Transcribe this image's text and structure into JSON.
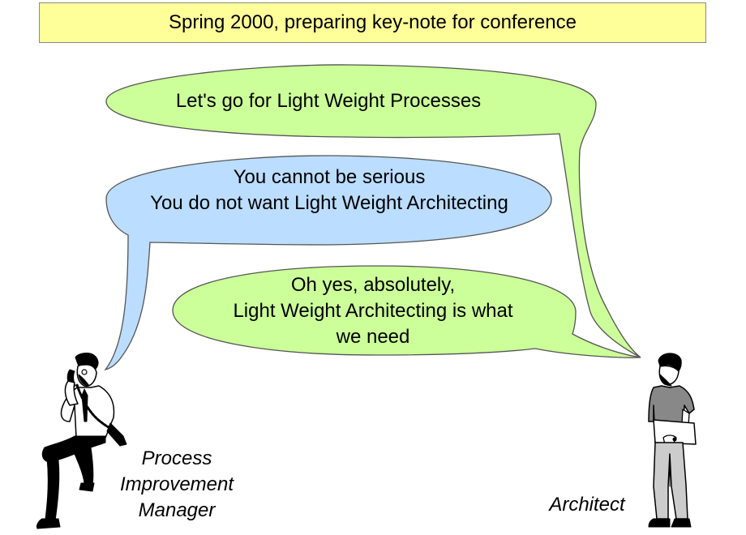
{
  "title": "Spring 2000, preparing key-note for conference",
  "bubbles": {
    "architect_first": {
      "lines": [
        "Let's go for Light Weight Processes"
      ],
      "fill": "#ccff99",
      "speaker": "Architect"
    },
    "manager_reply": {
      "lines": [
        "You cannot be serious",
        "You do not want Light Weight Architecting"
      ],
      "fill": "#bbddff",
      "speaker": "Process Improvement Manager"
    },
    "architect_second": {
      "lines": [
        "Oh yes, absolutely,",
        "Light Weight Architecting is what",
        "we need"
      ],
      "fill": "#ccff99",
      "speaker": "Architect"
    }
  },
  "figures": {
    "manager": {
      "label_lines": [
        "Process",
        "Improvement",
        "Manager"
      ]
    },
    "architect": {
      "label_lines": [
        "Architect"
      ]
    }
  },
  "colors": {
    "title_fill": "#ffff99",
    "bubble_outline": "#555555",
    "figure_ink": "#000000",
    "shirt_gray": "#888888"
  }
}
